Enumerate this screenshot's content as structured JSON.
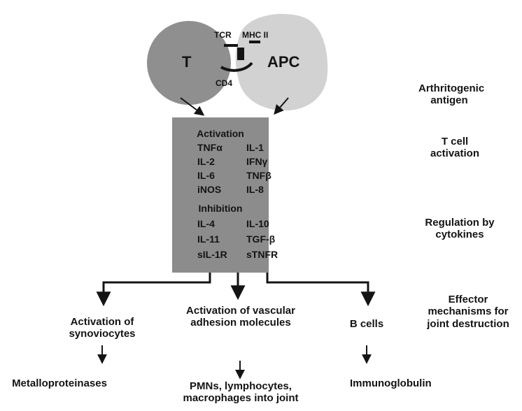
{
  "top": {
    "t_cell": "T",
    "apc": "APC",
    "tcr": "TCR",
    "mhc": "MHC II",
    "cd4": "CD4"
  },
  "side_labels": {
    "antigen": "Arthritogenic antigen",
    "activation": "T cell activation",
    "regulation": "Regulation by cytokines",
    "effector": "Effector mechanisms for joint destruction"
  },
  "box": {
    "activation_header": "Activation",
    "activation_left": [
      "TNFα",
      "IL-2",
      "IL-6",
      "iNOS"
    ],
    "activation_right": [
      "IL-1",
      "IFNγ",
      "TNFβ",
      "IL-8"
    ],
    "inhibition_header": "Inhibition",
    "inhibition_left": [
      "IL-4",
      "IL-11",
      "sIL-1R"
    ],
    "inhibition_right": [
      "IL-10",
      "TGF-β",
      "sTNFR"
    ]
  },
  "branches": {
    "left": {
      "title": "Activation of synoviocytes",
      "result": "Metalloproteinases"
    },
    "middle": {
      "title": "Activation of vascular adhesion molecules",
      "result": "PMNs, lymphocytes, macrophages into joint"
    },
    "right": {
      "title": "B cells",
      "result": "Immunoglobulin"
    }
  },
  "colors": {
    "t_cell": "#8f8f8f",
    "apc": "#d2d2d2",
    "box": "#8c8c8c",
    "line": "#141414"
  }
}
